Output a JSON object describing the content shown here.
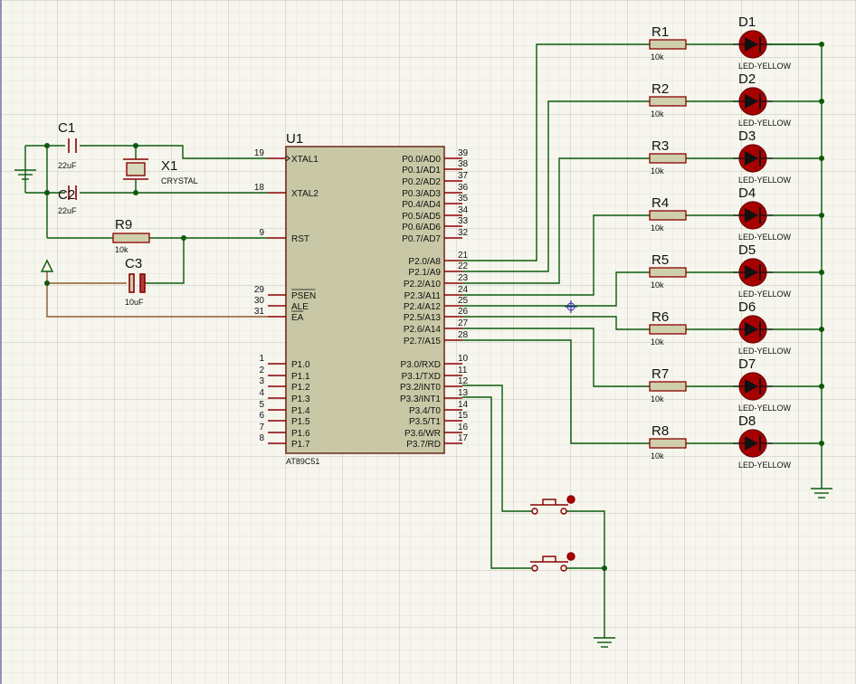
{
  "colors": {
    "background": "#f6f6ee",
    "grid_minor": "#dcdcd0",
    "grid_major": "#c4c4b8",
    "wire": "#0a5a0a",
    "pin": "#8b0000",
    "chip_fill": "#c8c8a6",
    "led_body": "#b00000",
    "resistor_fill": "#cfcfac",
    "power_wire": "#8b5a2b"
  },
  "chip": {
    "ref": "U1",
    "part": "AT89C51",
    "left_pins": [
      {
        "num": "19",
        "name": "XTAL1"
      },
      {
        "num": "18",
        "name": "XTAL2"
      },
      {
        "num": "9",
        "name": "RST"
      },
      {
        "num": "29",
        "name": "PSEN"
      },
      {
        "num": "30",
        "name": "ALE"
      },
      {
        "num": "31",
        "name": "EA"
      },
      {
        "num": "1",
        "name": "P1.0"
      },
      {
        "num": "2",
        "name": "P1.1"
      },
      {
        "num": "3",
        "name": "P1.2"
      },
      {
        "num": "4",
        "name": "P1.3"
      },
      {
        "num": "5",
        "name": "P1.4"
      },
      {
        "num": "6",
        "name": "P1.5"
      },
      {
        "num": "7",
        "name": "P1.6"
      },
      {
        "num": "8",
        "name": "P1.7"
      }
    ],
    "right_pins": [
      {
        "num": "39",
        "name": "P0.0/AD0"
      },
      {
        "num": "38",
        "name": "P0.1/AD1"
      },
      {
        "num": "37",
        "name": "P0.2/AD2"
      },
      {
        "num": "36",
        "name": "P0.3/AD3"
      },
      {
        "num": "35",
        "name": "P0.4/AD4"
      },
      {
        "num": "34",
        "name": "P0.5/AD5"
      },
      {
        "num": "33",
        "name": "P0.6/AD6"
      },
      {
        "num": "32",
        "name": "P0.7/AD7"
      },
      {
        "num": "21",
        "name": "P2.0/A8"
      },
      {
        "num": "22",
        "name": "P2.1/A9"
      },
      {
        "num": "23",
        "name": "P2.2/A10"
      },
      {
        "num": "24",
        "name": "P2.3/A11"
      },
      {
        "num": "25",
        "name": "P2.4/A12"
      },
      {
        "num": "26",
        "name": "P2.5/A13"
      },
      {
        "num": "27",
        "name": "P2.6/A14"
      },
      {
        "num": "28",
        "name": "P2.7/A15"
      },
      {
        "num": "10",
        "name": "P3.0/RXD"
      },
      {
        "num": "11",
        "name": "P3.1/TXD"
      },
      {
        "num": "12",
        "name": "P3.2/INT0"
      },
      {
        "num": "13",
        "name": "P3.3/INT1"
      },
      {
        "num": "14",
        "name": "P3.4/T0"
      },
      {
        "num": "15",
        "name": "P3.5/T1"
      },
      {
        "num": "16",
        "name": "P3.6/WR"
      },
      {
        "num": "17",
        "name": "P3.7/RD"
      }
    ]
  },
  "components": {
    "c1": {
      "ref": "C1",
      "value": "22uF"
    },
    "c2": {
      "ref": "C2",
      "value": "22uF"
    },
    "x1": {
      "ref": "X1",
      "value": "CRYSTAL"
    },
    "r9": {
      "ref": "R9",
      "value": "10k"
    },
    "c3": {
      "ref": "C3",
      "value": "10uF"
    }
  },
  "led_rows": [
    {
      "r_ref": "R1",
      "r_value": "10k",
      "d_ref": "D1",
      "d_value": "LED-YELLOW"
    },
    {
      "r_ref": "R2",
      "r_value": "10k",
      "d_ref": "D2",
      "d_value": "LED-YELLOW"
    },
    {
      "r_ref": "R3",
      "r_value": "10k",
      "d_ref": "D3",
      "d_value": "LED-YELLOW"
    },
    {
      "r_ref": "R4",
      "r_value": "10k",
      "d_ref": "D4",
      "d_value": "LED-YELLOW"
    },
    {
      "r_ref": "R5",
      "r_value": "10k",
      "d_ref": "D5",
      "d_value": "LED-YELLOW"
    },
    {
      "r_ref": "R6",
      "r_value": "10k",
      "d_ref": "D6",
      "d_value": "LED-YELLOW"
    },
    {
      "r_ref": "R7",
      "r_value": "10k",
      "d_ref": "D7",
      "d_value": "LED-YELLOW"
    },
    {
      "r_ref": "R8",
      "r_value": "10k",
      "d_ref": "D8",
      "d_value": "LED-YELLOW"
    }
  ]
}
